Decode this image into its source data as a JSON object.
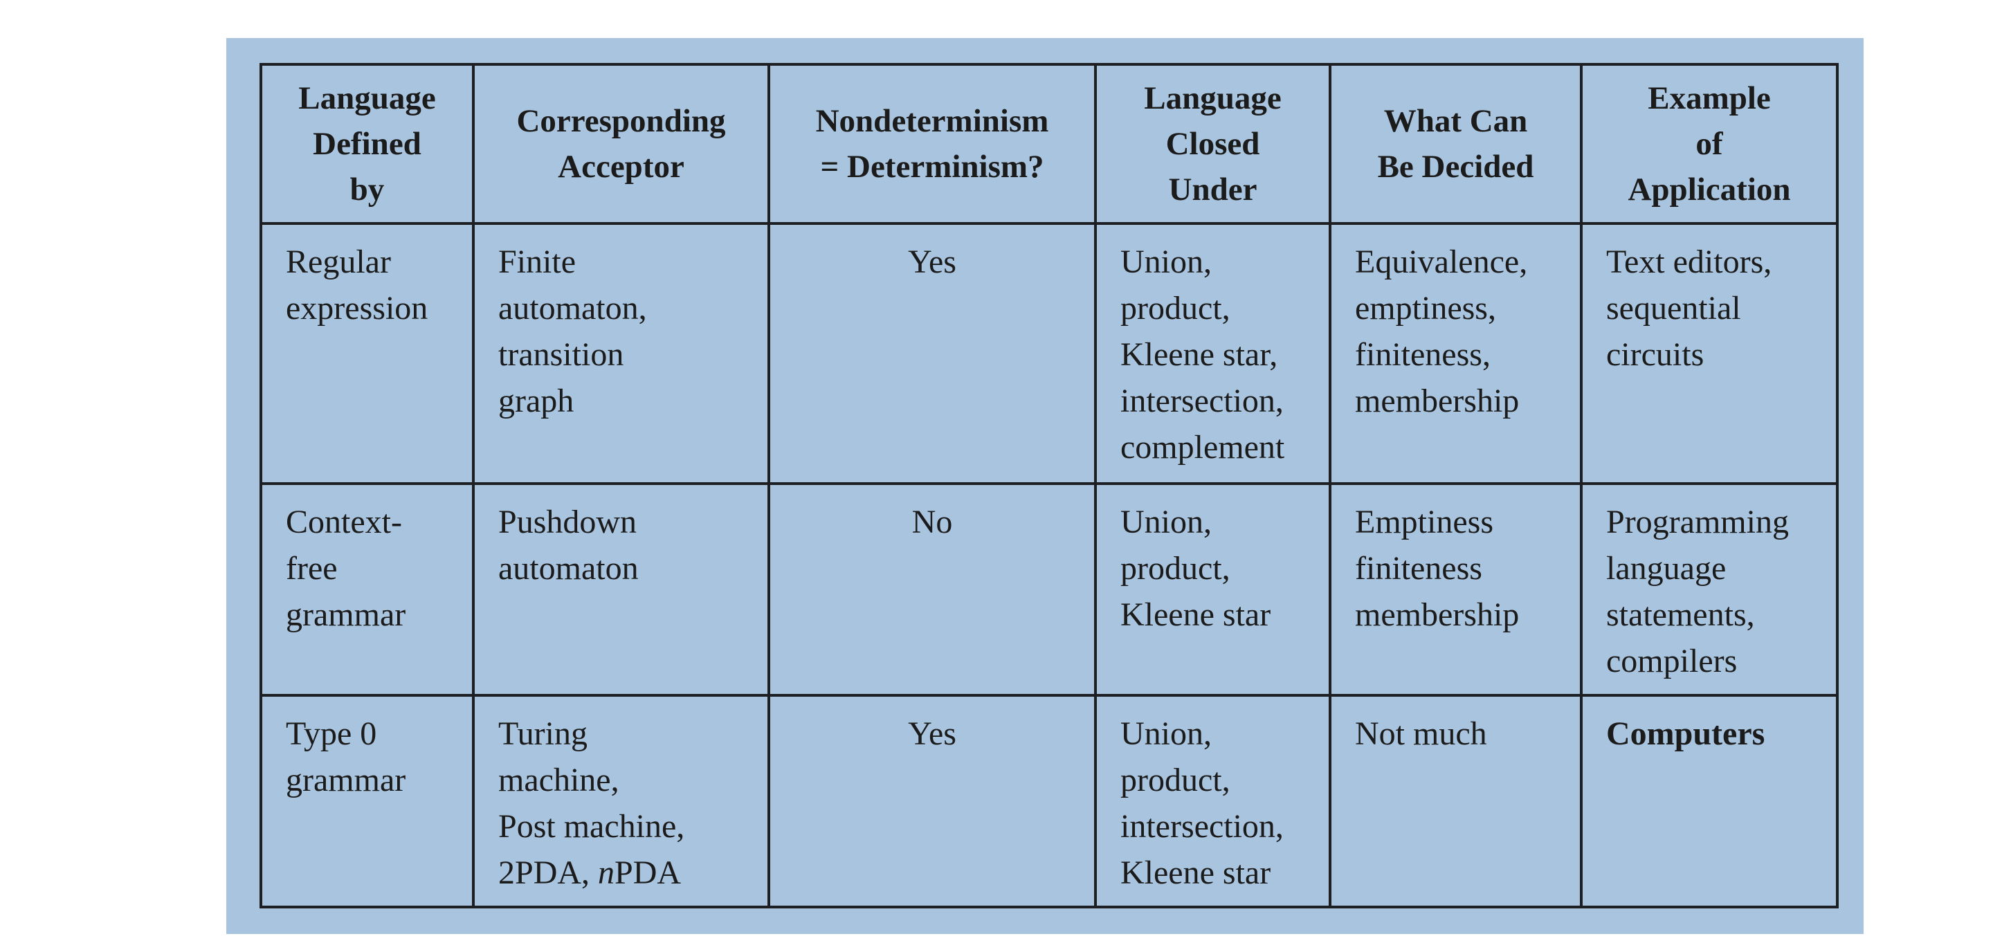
{
  "table": {
    "headers": [
      [
        "Language",
        "Defined",
        "by"
      ],
      [
        "Corresponding",
        "Acceptor"
      ],
      [
        "Nondeterminism",
        "= Determinism?"
      ],
      [
        "Language",
        "Closed",
        "Under"
      ],
      [
        "What Can",
        "Be Decided"
      ],
      [
        "Example",
        "of",
        "Application"
      ]
    ],
    "rows": [
      {
        "language": [
          "Regular",
          "expression"
        ],
        "acceptor": [
          "Finite",
          "automaton,",
          "transition",
          "graph"
        ],
        "nondeterminism": "Yes",
        "closed_under": [
          "Union,",
          "product,",
          "Kleene star,",
          "intersection,",
          "complement"
        ],
        "decidable": [
          "Equivalence,",
          "emptiness,",
          "finiteness,",
          "membership"
        ],
        "application": [
          "Text editors,",
          "sequential",
          "circuits"
        ]
      },
      {
        "language": [
          "Context-",
          "free",
          "grammar"
        ],
        "acceptor": [
          "Pushdown",
          "automaton"
        ],
        "nondeterminism": "No",
        "closed_under": [
          "Union,",
          "product,",
          "Kleene star"
        ],
        "decidable": [
          "Emptiness",
          "finiteness",
          "membership"
        ],
        "application": [
          "Programming",
          "language",
          "statements,",
          "compilers"
        ]
      },
      {
        "language": [
          "Type 0",
          "grammar"
        ],
        "acceptor": [
          "Turing",
          "machine,",
          "Post machine,",
          "2PDA, "
        ],
        "acceptor_italic": "n",
        "acceptor_tail": "PDA",
        "nondeterminism": "Yes",
        "closed_under": [
          "Union,",
          "product,",
          "intersection,",
          "Kleene star"
        ],
        "decidable": [
          "Not much"
        ],
        "application": [
          "Computers"
        ]
      }
    ]
  }
}
